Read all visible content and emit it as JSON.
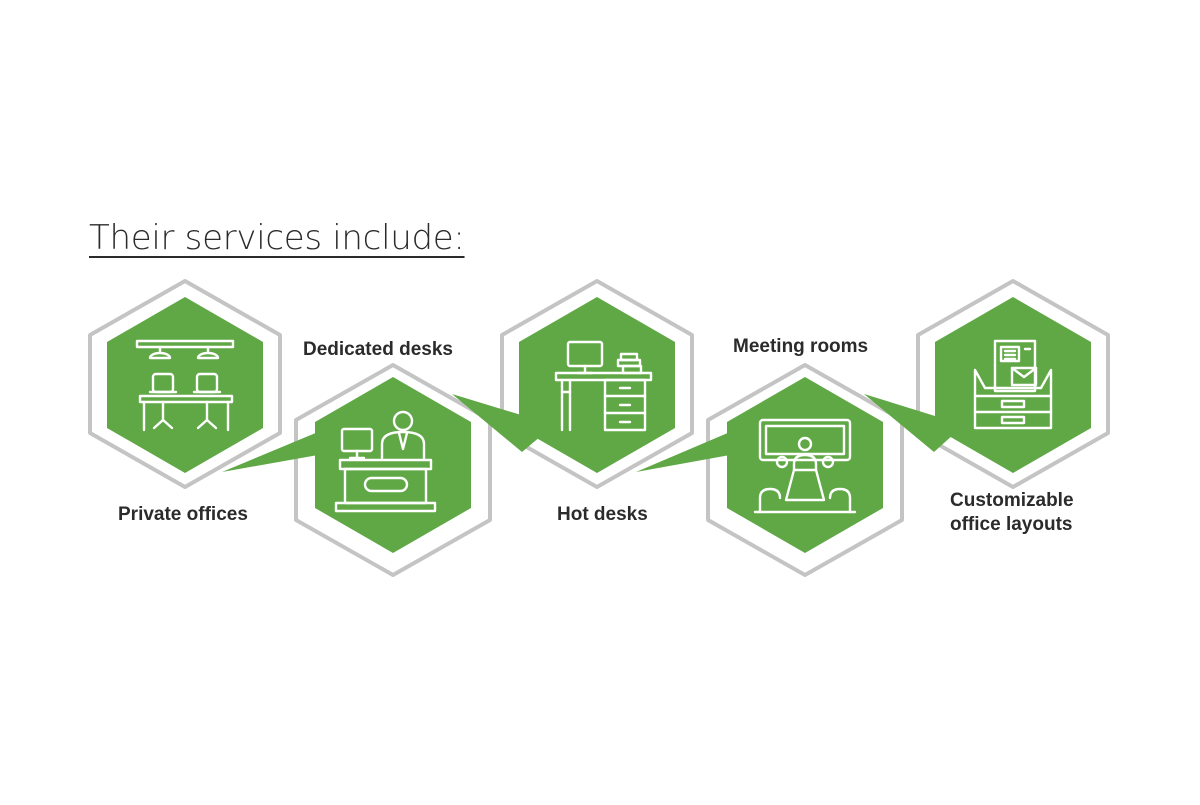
{
  "heading": "Their services include:",
  "colors": {
    "green": "#5fa845",
    "outline": "#c4c4c4",
    "text": "#2b2b2b",
    "icon_stroke": "#ffffff"
  },
  "services": [
    {
      "label": "Private offices",
      "icon": "coworking-desks-icon"
    },
    {
      "label": "Dedicated desks",
      "icon": "reception-desk-icon"
    },
    {
      "label": "Hot desks",
      "icon": "office-desk-icon"
    },
    {
      "label": "Meeting rooms",
      "icon": "meeting-room-icon"
    },
    {
      "label": "Customizable office layouts",
      "icon": "document-tray-icon"
    }
  ]
}
